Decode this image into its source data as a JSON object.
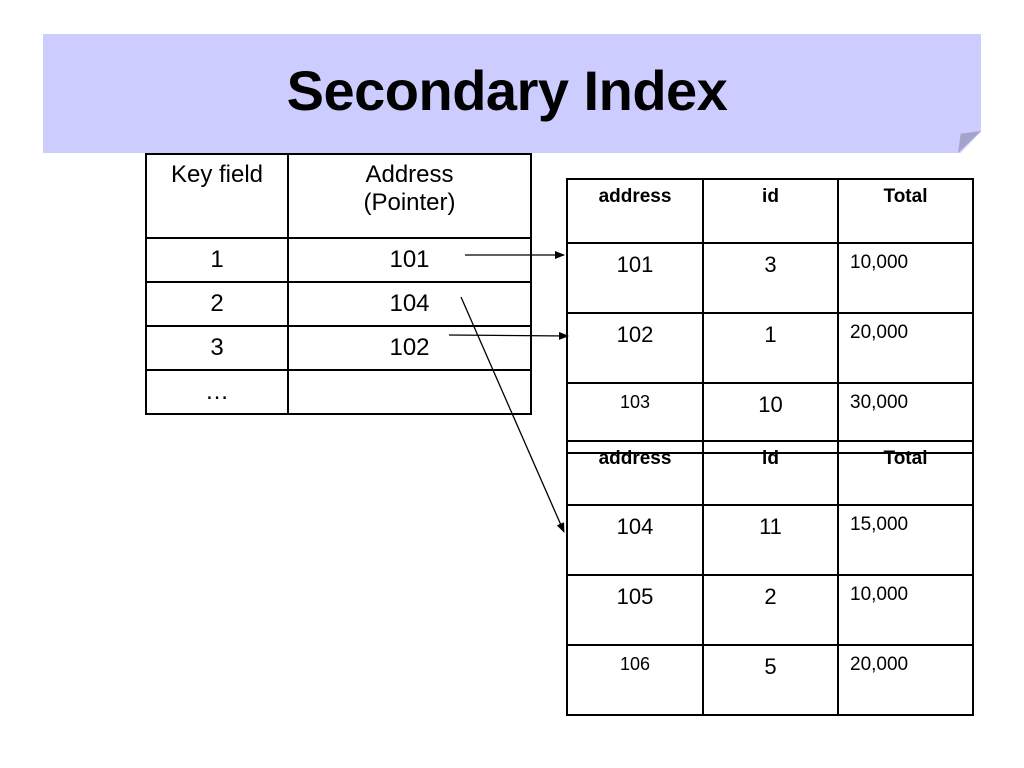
{
  "title": "Secondary Index",
  "index_table": {
    "headers": [
      "Key field",
      "Address",
      "(Pointer)"
    ],
    "rows": [
      [
        "1",
        "101"
      ],
      [
        "2",
        "104"
      ],
      [
        "3",
        "102"
      ],
      [
        "…",
        ""
      ]
    ]
  },
  "data_tables": [
    {
      "headers": [
        "address",
        "id",
        "Total"
      ],
      "rows": [
        [
          "101",
          "3",
          "10,000"
        ],
        [
          "102",
          "1",
          "20,000"
        ],
        [
          "103",
          "10",
          "30,000"
        ]
      ]
    },
    {
      "headers": [
        "address",
        "id",
        "Total"
      ],
      "rows": [
        [
          "104",
          "11",
          "15,000"
        ],
        [
          "105",
          "2",
          "10,000"
        ],
        [
          "106",
          "5",
          "20,000"
        ]
      ]
    }
  ]
}
